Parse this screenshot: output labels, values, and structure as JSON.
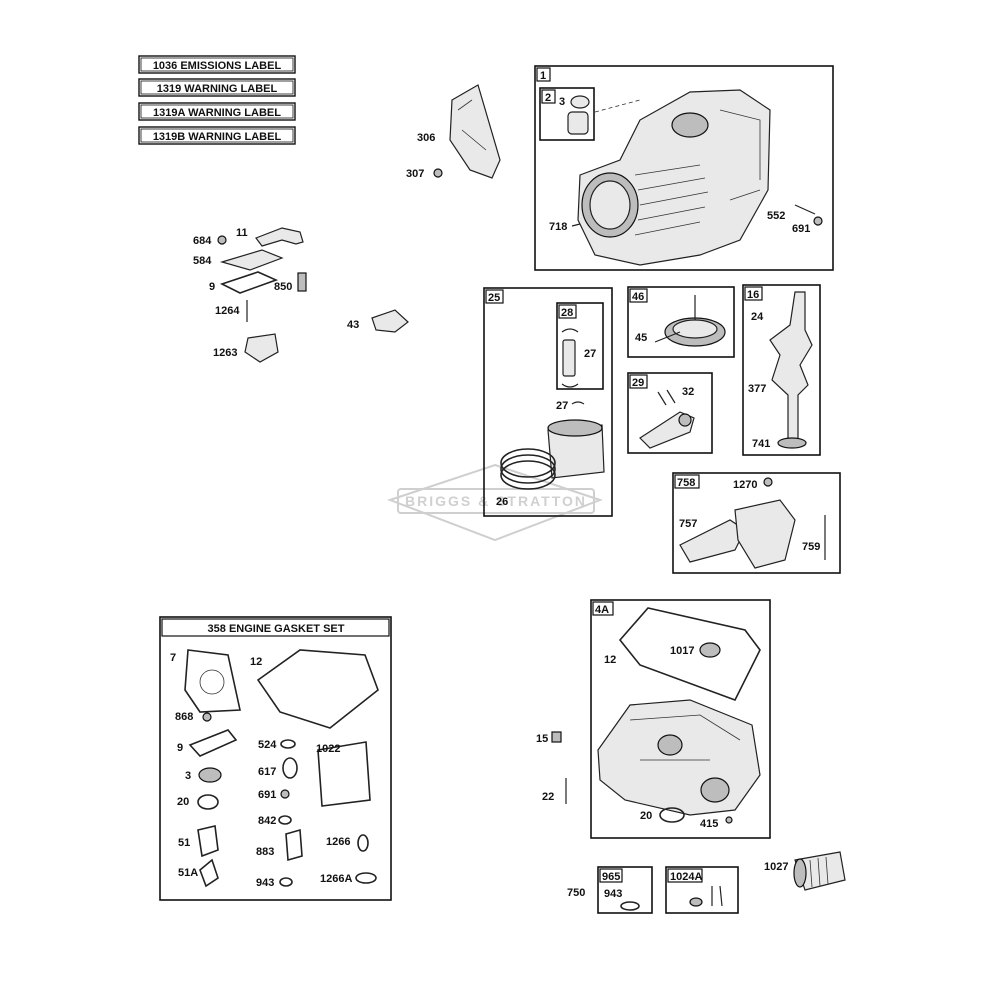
{
  "labels_list": [
    "1036 EMISSIONS LABEL",
    "1319 WARNING LABEL",
    "1319A WARNING LABEL",
    "1319B WARNING LABEL"
  ],
  "gasket_set_title": "358 ENGINE GASKET SET",
  "watermark": "BRIGGS & STRATTON",
  "box_tags": {
    "cylinder": "1",
    "sleeve": "2",
    "piston_assy": "25",
    "pin_assy": "28",
    "cam": "46",
    "rod": "29",
    "crank": "16",
    "governor": "758",
    "sump": "4A",
    "kit_965": "965",
    "kit_1024a": "1024A"
  },
  "callouts": {
    "p306": "306",
    "p307": "307",
    "p3": "3",
    "p552": "552",
    "p691": "691",
    "p718": "718",
    "p684": "684",
    "p11": "11",
    "p584": "584",
    "p9": "9",
    "p850": "850",
    "p1264": "1264",
    "p43": "43",
    "p1263": "1263",
    "p27a": "27",
    "p27b": "27",
    "p26": "26",
    "p45": "45",
    "p32": "32",
    "p24": "24",
    "p377": "377",
    "p741": "741",
    "p1270": "1270",
    "p757": "757",
    "p759": "759",
    "g7": "7",
    "g12": "12",
    "g868": "868",
    "g9": "9",
    "g524": "524",
    "g1022": "1022",
    "g3": "3",
    "g617": "617",
    "g20": "20",
    "g691": "691",
    "g842": "842",
    "g51": "51",
    "g883": "883",
    "g1266": "1266",
    "g51a": "51A",
    "g943": "943",
    "g1266a": "1266A",
    "s12": "12",
    "s1017": "1017",
    "s15": "15",
    "s22": "22",
    "s20": "20",
    "s415": "415",
    "p750": "750",
    "k943": "943",
    "p1027": "1027"
  }
}
